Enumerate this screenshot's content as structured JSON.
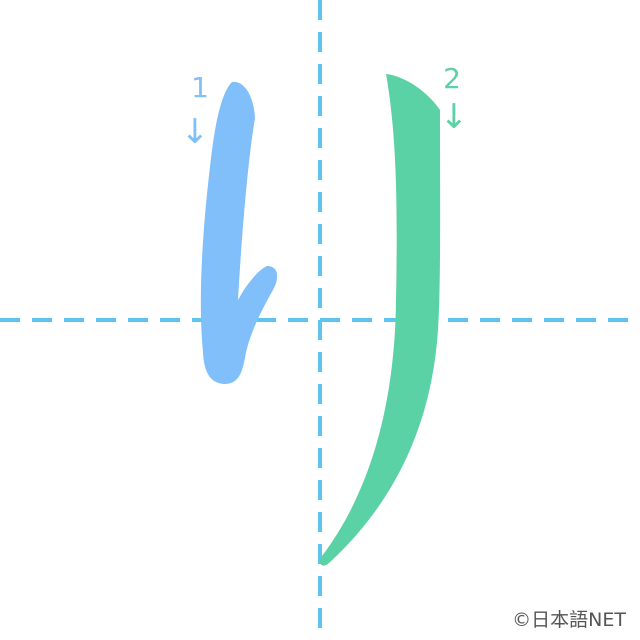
{
  "character": "り",
  "colors": {
    "guide": "#5ec6ee",
    "stroke_1": "#80bff9",
    "stroke_2": "#5bd2a5",
    "copyright": "#555555"
  },
  "strokes": [
    {
      "order_label": "1",
      "arrow": "↓"
    },
    {
      "order_label": "2",
      "arrow": "↓"
    }
  ],
  "copyright": "©日本語NET"
}
